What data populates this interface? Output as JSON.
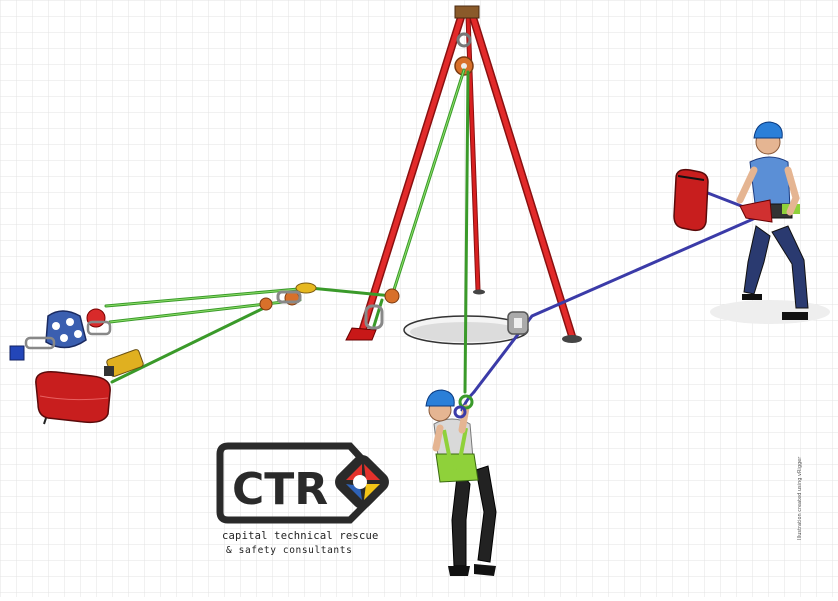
{
  "logo": {
    "mark": "CTR",
    "line1": "capital technical rescue",
    "line2": "& safety consultants"
  },
  "credit": "Illustration created using vRigger",
  "colors": {
    "grid": "#e3e3e3",
    "tripod_leg": "#e02020",
    "haul_rope": "#3a9a2a",
    "belay_rope": "#3b3ba8",
    "rope_bag": "#c81e1e",
    "helmet": "#2b7fd8",
    "shirt_rescuer": "#5b8fd6",
    "shirt_victim": "#d9d9d9",
    "harness": "#8fd13a",
    "logo_red": "#e4312b",
    "logo_yellow": "#f3c416",
    "logo_blue": "#2e62b8"
  }
}
